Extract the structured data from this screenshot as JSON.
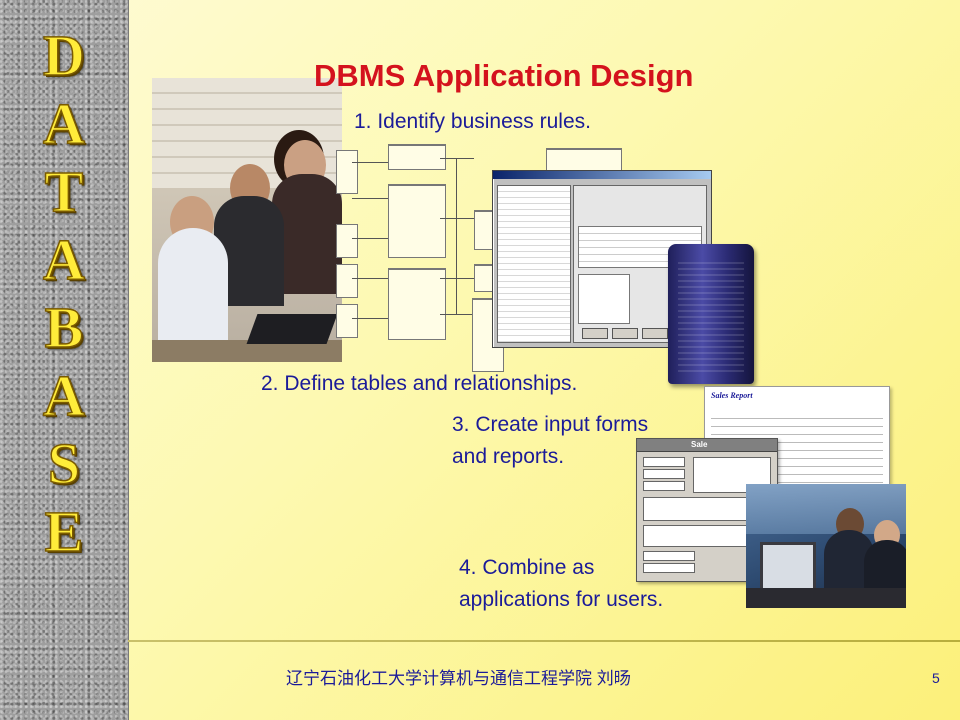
{
  "sidebar": {
    "letters": [
      "D",
      "A",
      "T",
      "A",
      "B",
      "A",
      "S",
      "E"
    ]
  },
  "slide": {
    "title": "DBMS Application Design",
    "steps": [
      "1. Identify business rules.",
      "2. Define tables and relationships.",
      "3. Create input forms",
      "and reports.",
      "4. Combine as",
      "applications for users."
    ],
    "footer": "辽宁石油化工大学计算机与通信工程学院    刘旸",
    "page_number": "5"
  },
  "graphics": {
    "report_title": "Sales Report",
    "form_title": "Sale"
  },
  "colors": {
    "title": "#d4121d",
    "text": "#1b1b99",
    "letters": "#ffec3a"
  }
}
